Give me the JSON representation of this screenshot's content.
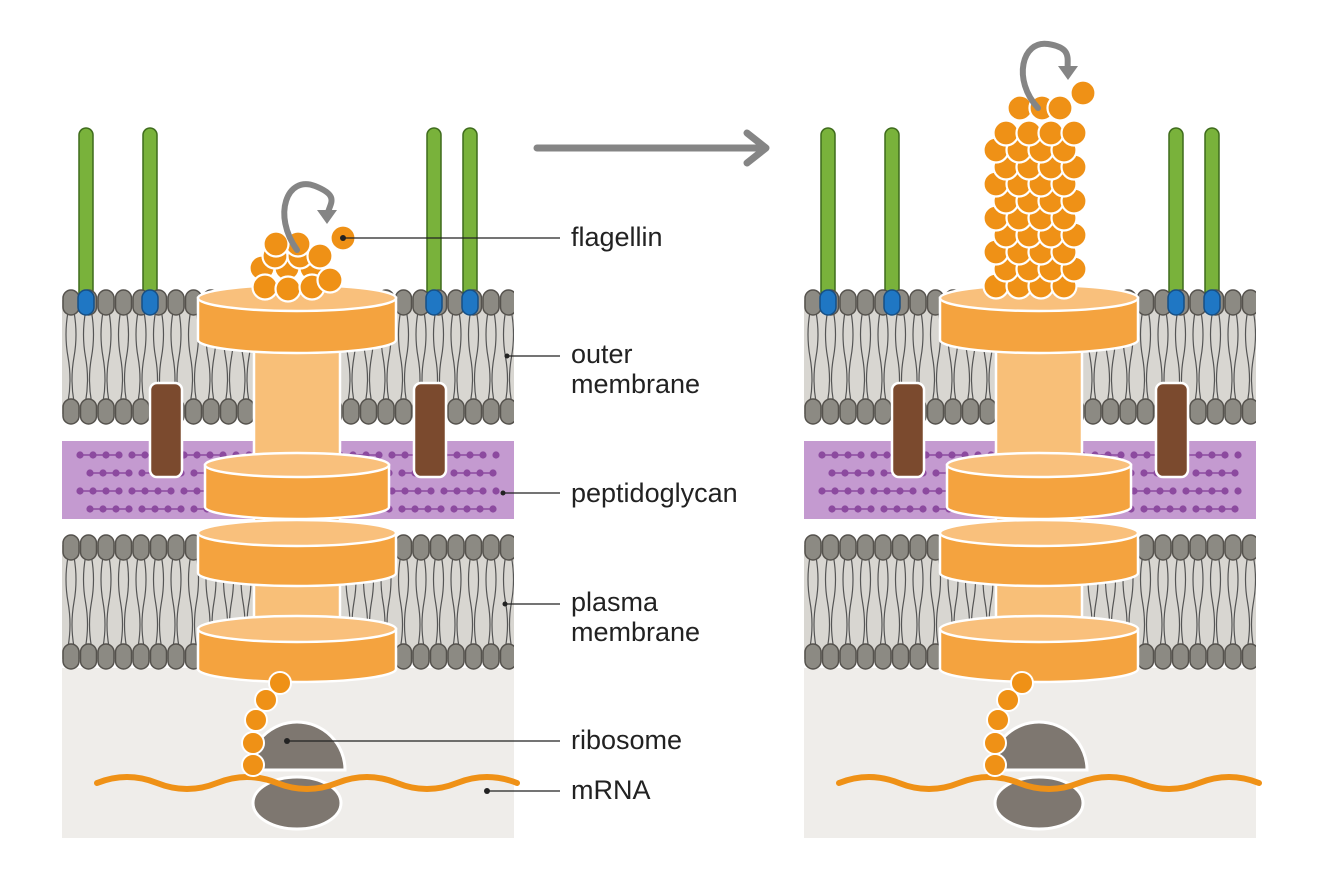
{
  "labels": {
    "flagellin": "flagellin",
    "outer_membrane": "outer membrane",
    "peptidoglycan": "peptidoglycan",
    "plasma_membrane": "plasma membrane",
    "ribosome": "ribosome",
    "mrna": "mRNA"
  },
  "colors": {
    "lipid_head": "#8c8a83",
    "lipid_head_stroke": "#55524d",
    "lipid_tail": "#555555",
    "membrane_fill": "#d8d6d1",
    "cytoplasm": "#efedea",
    "peptidoglycan_band": "#c49ad0",
    "peptidoglycan_beads": "#8c4a9f",
    "motor_disc": "#f6a84c",
    "motor_shaft": "#f8bf78",
    "flagellin_bead": "#ef9116",
    "ribosome": "#7e7770",
    "mrna": "#ef9116",
    "lps_stalk": "#79b23b",
    "lps_anchor": "#1f77c4",
    "membrane_protein": "#7b4a2e",
    "arrow": "#858585"
  },
  "icons": {
    "transition_arrow": "right-arrow-icon",
    "export_arrow": "curved-arrow-icon"
  }
}
